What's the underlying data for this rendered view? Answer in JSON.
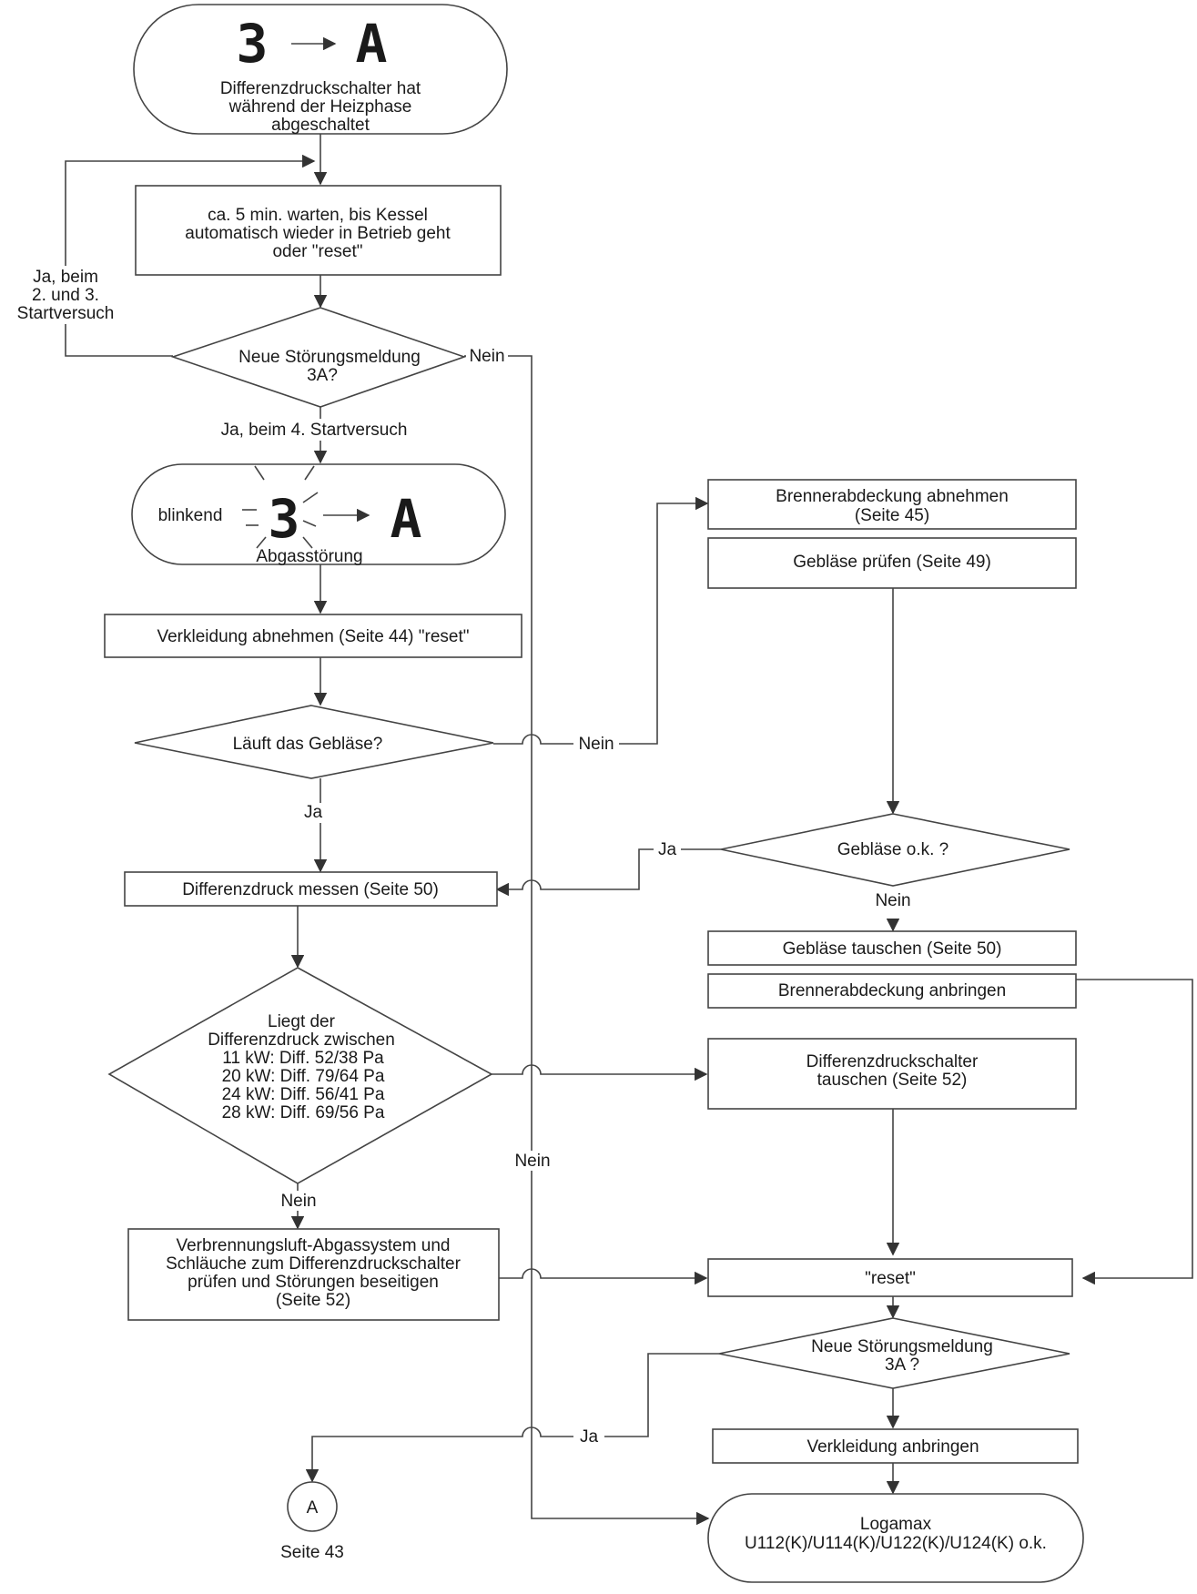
{
  "nodes": {
    "start_code_from": "3",
    "start_code_to": "A",
    "start_text": [
      "Differenzdruckschalter hat",
      "während der Heizphase",
      "abgeschaltet"
    ],
    "wait_text": [
      "ca. 5 min. warten, bis Kessel",
      "automatisch wieder in Betrieb geht",
      "oder \"reset\""
    ],
    "decision1_text": [
      "Neue Störungsmeldung",
      "3A?"
    ],
    "blink_label": "blinkend",
    "blink_code_from": "3",
    "blink_code_to": "A",
    "blink_sub": "Abgasstörung",
    "cover_remove_text": "Verkleidung abnehmen (Seite 44) \"reset\"",
    "decision_fan_text": "Läuft das Gebläse?",
    "measure_text": "Differenzdruck messen (Seite 50)",
    "decision_pressure_text": [
      "Liegt der",
      "Differenzdruck zwischen",
      "11 kW: Diff. 52/38 Pa",
      "20 kW: Diff. 79/64 Pa",
      "24 kW: Diff. 56/41 Pa",
      "28 kW: Diff. 69/56 Pa"
    ],
    "check_system_text": [
      "Verbrennungsluft-Abgassystem und",
      "Schläuche zum Differenzdruckschalter",
      "prüfen und Störungen beseitigen",
      "(Seite 52)"
    ],
    "burner_cover_remove_text": [
      "Brennerabdeckung abnehmen",
      "(Seite 45)"
    ],
    "fan_check_text": "Gebläse prüfen  (Seite 49)",
    "decision_fan_ok_text": "Gebläse o.k. ?",
    "fan_replace_text": "Gebläse tauschen (Seite 50)",
    "burner_cover_attach_text": "Brennerabdeckung anbringen",
    "switch_replace_text": [
      "Differenzdruckschalter",
      "tauschen (Seite 52)"
    ],
    "reset_text": "\"reset\"",
    "decision2_text": [
      "Neue Störungsmeldung",
      "3A ?"
    ],
    "cover_attach_text": "Verkleidung anbringen",
    "end_text": [
      "Logamax",
      "U112(K)/U114(K)/U122(K)/U124(K) o.k."
    ],
    "connector_letter": "A",
    "connector_page": "Seite 43"
  },
  "edges": {
    "ja_beim_23": [
      "Ja, beim",
      "2. und 3.",
      "Startversuch"
    ],
    "nein_top": "Nein",
    "ja_beim_4": "Ja, beim 4. Startversuch",
    "nein_fan": "Nein",
    "ja_fan": "Ja",
    "ja_fan_ok": "Ja",
    "nein_fan_ok": "Nein",
    "nein_pressure": "Nein",
    "nein_long": "Nein",
    "ja_bottom": "Ja"
  }
}
